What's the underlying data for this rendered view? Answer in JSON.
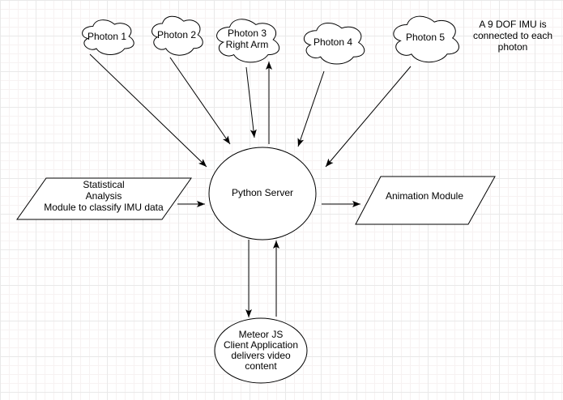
{
  "diagram": {
    "clouds": [
      {
        "label": "Photon 1"
      },
      {
        "label": "Photon 2"
      },
      {
        "label": "Photon 3\nRight Arm"
      },
      {
        "label": "Photon 4"
      },
      {
        "label": "Photon 5"
      }
    ],
    "annotation": "A 9 DOF IMU is\nconnected to each\nphoton",
    "server": {
      "label": "Python Server"
    },
    "statistical_module": {
      "label": "Statistical\nAnalysis\nModule to classify IMU data"
    },
    "animation_module": {
      "label": "Animation Module"
    },
    "meteor_client": {
      "label": "Meteor JS\nClient Application\ndelivers video\ncontent"
    },
    "colors": {
      "stroke": "#000000",
      "shape_fill": "#ffffff",
      "text": "#000000",
      "background": "#ffffff",
      "grid_minor": "#f7f2f2",
      "grid_major": "#e9e9e9"
    }
  }
}
